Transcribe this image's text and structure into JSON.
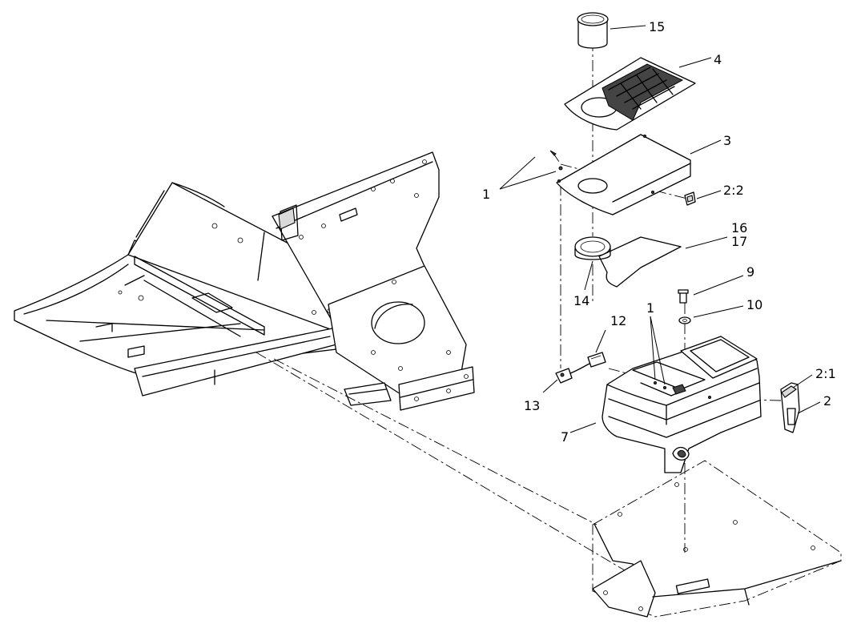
{
  "callouts": {
    "c15": "15",
    "c4": "4",
    "c3": "3",
    "c1_upper": "1",
    "c2_2": "2:2",
    "c16": "16",
    "c17": "17",
    "c14": "14",
    "c9": "9",
    "c10": "10",
    "c1_lower": "1",
    "c12": "12",
    "c13": "13",
    "c2_1": "2:1",
    "c2": "2",
    "c7": "7"
  }
}
